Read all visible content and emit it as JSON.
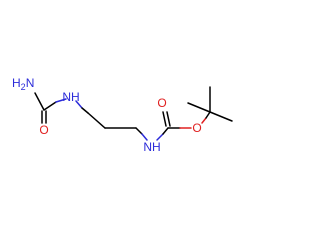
{
  "molecule": {
    "colors": {
      "bond": "#000000",
      "nitrogen": "#2b2bd9",
      "oxygen": "#e02020",
      "background": "#ffffff"
    },
    "atoms": {
      "urea_nh2": "H2N",
      "urea_nh2_main": "H",
      "urea_nh2_sub": "2",
      "urea_nh2_n": "N",
      "urea_o": "O",
      "urea_nh": "NH",
      "carbamate_nh": "NH",
      "carbamate_o_carbonyl": "O",
      "carbamate_o_ester": "O"
    }
  }
}
